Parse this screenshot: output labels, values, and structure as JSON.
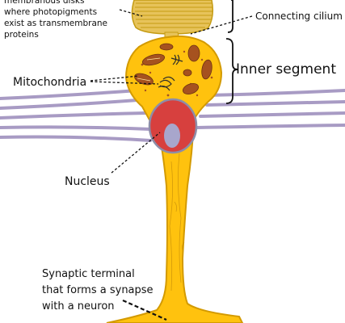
{
  "labels": {
    "disks": {
      "line1": "membranous disks",
      "line2": "where photopigments",
      "line3": "exist as transmembrane",
      "line4": "proteins"
    },
    "connecting_cilium": "Connecting cilium",
    "inner_segment": "Inner segment",
    "mitochondria": "Mitochondria",
    "nucleus": "Nucleus",
    "synaptic": {
      "line1": "Synaptic terminal",
      "line2": "that forms a synapse",
      "line3": "with a neuron"
    }
  },
  "colors": {
    "cell_body": "#FFC20E",
    "cell_outline": "#D39A00",
    "disks": "#E7C35A",
    "mitochondria": "#A6521F",
    "nucleus": "#D7403E",
    "nucleolus": "#A8A6CC",
    "membranes": "#A89BC4"
  }
}
